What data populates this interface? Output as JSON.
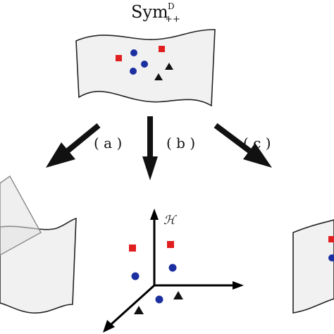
{
  "title": {
    "base": "Sym",
    "superscript": "D",
    "subscript": "++"
  },
  "arrows": [
    {
      "id": "a",
      "label": "( a )"
    },
    {
      "id": "b",
      "label": "( b )"
    },
    {
      "id": "c",
      "label": "( c )"
    }
  ],
  "axis_label": "ℋ",
  "colors": {
    "square": "#e02020",
    "circle": "#1c2fa0",
    "triangle": "#111111"
  }
}
